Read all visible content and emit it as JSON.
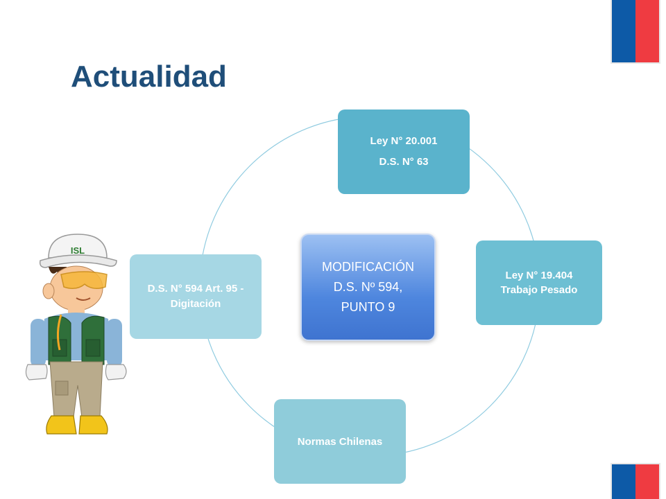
{
  "title": "Actualidad",
  "nodes": {
    "top": {
      "line1": "Ley N° 20.001",
      "line2": "D.S. N° 63"
    },
    "right": "Ley N° 19.404 Trabajo Pesado",
    "bottom": "Normas Chilenas",
    "left": "D.S. N° 594 Art. 95 - Digitación"
  },
  "center": {
    "line1": "MODIFICACIÓN",
    "line2": "D.S. Nº 594,",
    "line3": "PUNTO 9"
  },
  "worker_helmet_label": "ISL",
  "colors": {
    "title": "#1f4e79",
    "flag_blue": "#0d5aa7",
    "flag_red": "#ef3b41",
    "node_top": "#5ab3cc",
    "node_right": "#6dbfd3",
    "node_bottom": "#8fccda",
    "node_left": "#a6d7e4",
    "center_fill": "#4e86de"
  }
}
